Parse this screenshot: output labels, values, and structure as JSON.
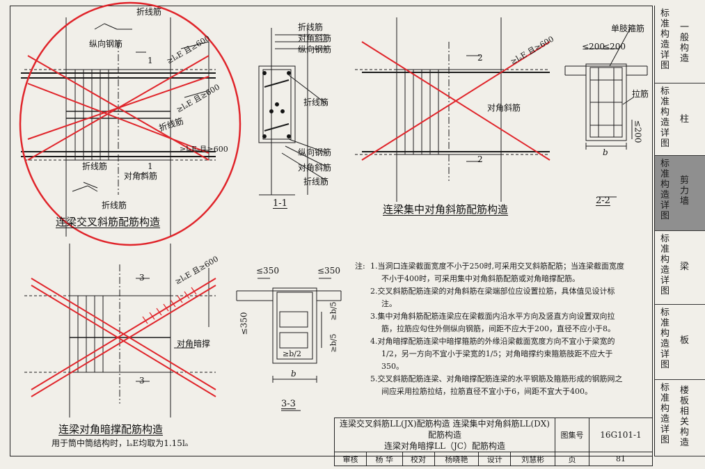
{
  "drawing": {
    "labels": {
      "fold_bar_top": "折线筋",
      "long_bar": "纵向钢筋",
      "fold_bar_mid": "折线筋",
      "fold_bar_left": "折线筋",
      "diag_bar_a": "对角斜筋",
      "fold_bar_bot": "折线筋",
      "anchor_1": "≥lₐE 且≥600",
      "anchor_2": "≥lₐE 且≥600",
      "anchor_3": "≥lₐE 且≥600",
      "sec1_mark_top": "1",
      "sec1_mark_bot": "1",
      "s11_fold_a": "折线筋",
      "s11_diag_a": "对角斜筋",
      "s11_long_a": "纵向钢筋",
      "s11_fold_b": "折线筋",
      "s11_long_b": "纵向钢筋",
      "s11_diag_b": "对角斜筋",
      "s11_fold_c": "折线筋",
      "sec2_anchor": "≥lₐE 且≥600",
      "sec2_mark_top": "2",
      "sec2_mark_bot": "2",
      "diag_bar_c": "对角斜筋",
      "single_stirrup": "单肢箍筋",
      "dim_200a": "≤200",
      "dim_200b": "≤200",
      "tie_bar": "拉筋",
      "dim_200v": "≤200",
      "b_22": "b",
      "sec3_anchor": "≥lₐE 且≥600",
      "sec3_mark_top": "3",
      "sec3_mark_bot": "3",
      "hidden_brace": "对角暗撑",
      "dim_350a": "≤350",
      "dim_350b": "≤350",
      "dim_350v": "≤350",
      "dim_b5a": "≥b/5",
      "dim_b5b": "≥b/5",
      "dim_b2": "≥b/2",
      "b_33": "b"
    },
    "titles": {
      "cross_bar": "连梁交叉斜筋配筋构造",
      "section_11": "1-1",
      "concentrated": "连梁集中对角斜筋配筋构造",
      "section_22": "2-2",
      "section_33": "3-3",
      "hidden": "连梁对角暗撑配筋构造",
      "hidden_note": "用于筒中筒结构时，lₐE均取为1.15lₐ"
    }
  },
  "notes": {
    "lead": "注:",
    "items": [
      "1.当洞口连梁截面宽度不小于250时,可采用交叉斜筋配筋；当连梁截面宽度不小于400时，可采用集中对角斜筋配筋或对角暗撑配筋。",
      "2.交叉斜筋配筋连梁的对角斜筋在梁端部位应设置拉筋，具体值见设计标注。",
      "3.集中对角斜筋配筋连梁应在梁截面内沿水平方向及竖直方向设置双向拉筋，拉筋应勾住外侧纵向钢筋，间距不应大于200，直径不应小于8。",
      "4.对角暗撑配筋连梁中暗撑箍筋的外缘沿梁截面宽度方向不宜小于梁宽的1/2，另一方向不宜小于梁宽的1/5；对角暗撑约束箍筋肢距不应大于350。",
      "5.交叉斜筋配筋连梁、对角暗撑配筋连梁的水平钢筋及箍筋形成的钢筋网之间应采用拉筋拉结，拉筋直径不宜小于6，间距不宜大于400。"
    ]
  },
  "title_block": {
    "title_line1": "连梁交叉斜筋LL(JX)配筋构造  连梁集中对角斜筋LL(DX)配筋构造",
    "title_line2": "连梁对角暗撑LL（JC）配筋构造",
    "atlas_label": "图集号",
    "atlas_no": "16G101-1",
    "review_label": "审核",
    "reviewer": "杨  华",
    "check_label": "校对",
    "checker": "杨晓艳",
    "design_label": "设计",
    "designer": "刘慧彬",
    "page_label": "页",
    "page_no": "81"
  },
  "sidebar": [
    {
      "label": "标准构造详图",
      "name": "一般构造"
    },
    {
      "label": "标准构造详图",
      "name": "柱"
    },
    {
      "label": "标准构造详图",
      "name": "剪力墙"
    },
    {
      "label": "标准构造详图",
      "name": "梁"
    },
    {
      "label": "标准构造详图",
      "name": "板"
    },
    {
      "label": "标准构造详图",
      "name": "楼板相关构造"
    }
  ],
  "colors": {
    "highlight": "#e0242a",
    "ink": "#1a1a1a",
    "active_tab": "#8f8f8f"
  }
}
